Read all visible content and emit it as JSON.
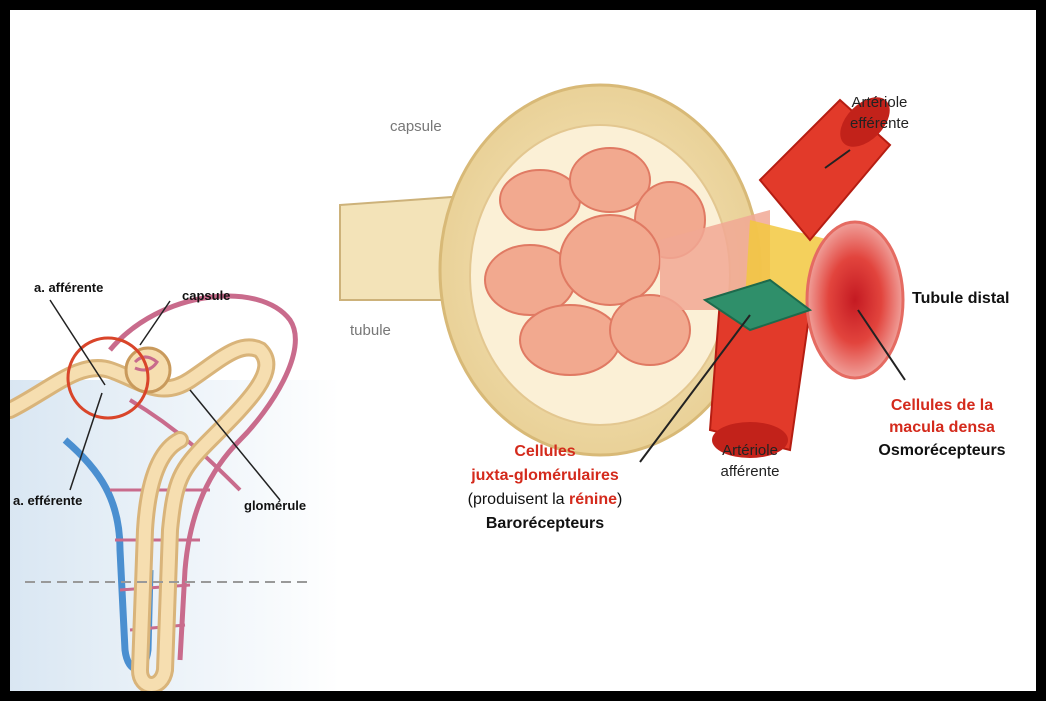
{
  "left_labels": {
    "afferent": "a. afférente",
    "capsule": "capsule",
    "efferent": "a. efférente",
    "glomerule": "glomérule"
  },
  "right_labels": {
    "capsule": "capsule",
    "tubule": "tubule",
    "efferent_arteriole": [
      "Artériole",
      "efférente"
    ],
    "tubule_distal": "Tubule distal",
    "macula": [
      "Cellules de la",
      "macula densa"
    ],
    "osmo": "Osmorécepteurs",
    "afferent_arteriole": [
      "Artériole",
      "afférente"
    ],
    "juxta": {
      "line1": "Cellules",
      "line2": "juxta-glomérulaires",
      "line3_pre": "(produisent la ",
      "line3_red": "rénine",
      "line3_post": ")",
      "line4": "Barorécepteurs"
    }
  },
  "colors": {
    "accent_red": "#d42a1c",
    "tubule_tan": "#f2d09a",
    "vessel_red": "#e23a2a",
    "vein_blue": "#4b8fd0",
    "juxta_green": "#2f8f6a"
  }
}
